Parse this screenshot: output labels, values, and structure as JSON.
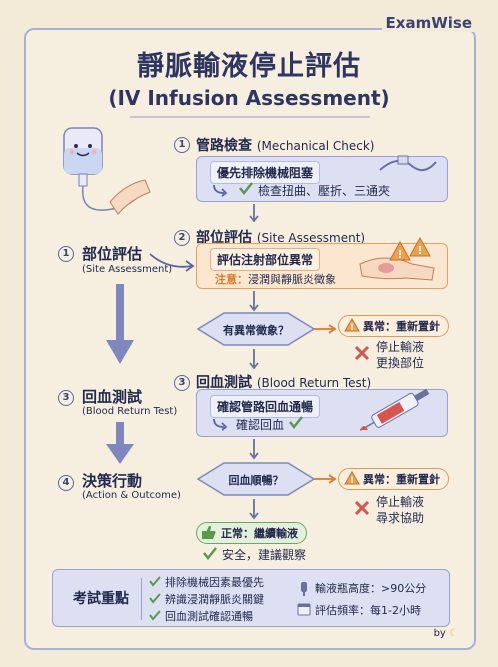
{
  "brand": "ExamWise",
  "title": {
    "zh": "靜脈輸液停止評估",
    "en": "(IV Infusion Assessment)"
  },
  "step1": {
    "num": "1",
    "title": "管路檢查",
    "title_en": "(Mechanical Check)",
    "box": "優先排除機械阻塞",
    "detail": "檢查扭曲、壓折、三通夾"
  },
  "step2": {
    "num": "2",
    "title": "部位評估",
    "title_en": "(Site Assessment)",
    "box": "評估注射部位異常",
    "note_label": "注意：",
    "note_text": "浸潤與靜脈炎徵象"
  },
  "left1": {
    "num": "1",
    "title": "部位評估",
    "sub": "(Site Assessment)"
  },
  "left3": {
    "num": "3",
    "title": "回血測試",
    "sub": "(Blood Return Test)"
  },
  "left4": {
    "num": "4",
    "title": "決策行動",
    "sub": "(Action & Outcome)"
  },
  "decision1": {
    "question": "有異常徵象？",
    "alert": "異常：重新置針",
    "actions": [
      "停止輸液",
      "更換部位"
    ]
  },
  "step3": {
    "num": "3",
    "title": "回血測試",
    "title_en": "(Blood Return Test)",
    "box": "確認管路回血通暢",
    "detail": "確認回血"
  },
  "decision2": {
    "question": "回血順暢？",
    "alert": "異常：重新置針",
    "actions": [
      "停止輸液",
      "尋求協助"
    ]
  },
  "normal": {
    "label": "正常：繼續輸液",
    "detail": "安全，建議觀察"
  },
  "footer": {
    "title": "考試重點",
    "points": [
      "排除機械因素最優先",
      "辨識浸潤靜脈炎關鍵",
      "回血測試確認通暢"
    ],
    "facts": [
      "輸液瓶高度：>90公分",
      "評估頻率：每1-2小時"
    ]
  },
  "by": "by",
  "colors": {
    "accent": "#3a4372",
    "blue_box": "#dde0f3",
    "orange_box": "#fbe6cf",
    "alert_orange": "#e39a55",
    "green": "#5a9a4e",
    "red_x": "#d9534f"
  }
}
